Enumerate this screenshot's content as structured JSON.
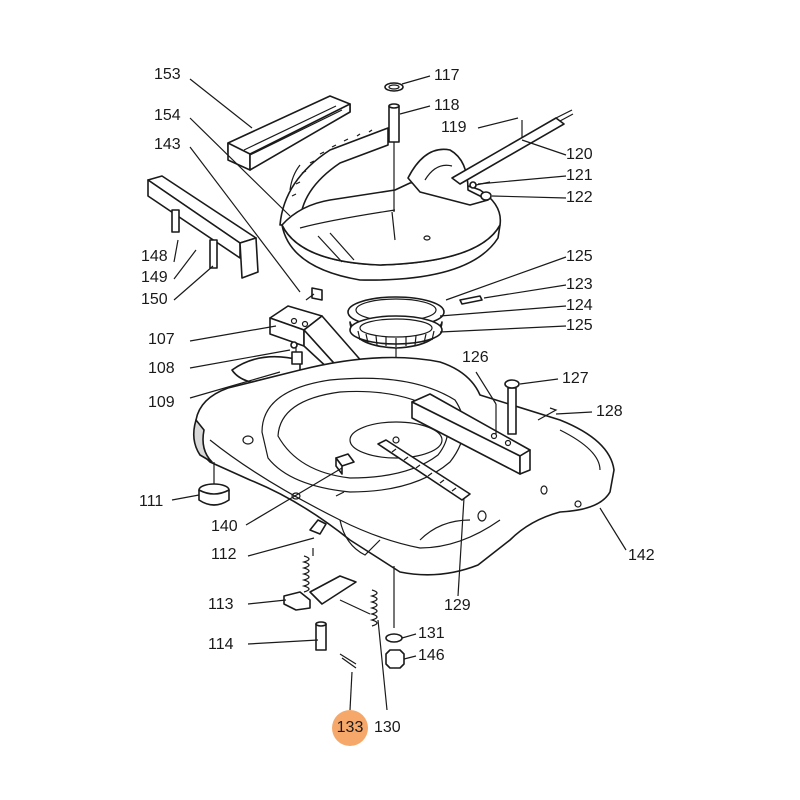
{
  "highlight": {
    "color": "#f5a86a"
  },
  "labels": {
    "l153": "153",
    "l154": "154",
    "l143": "143",
    "l148": "148",
    "l149": "149",
    "l150": "150",
    "l107": "107",
    "l108": "108",
    "l109": "109",
    "l111": "111",
    "l140": "140",
    "l112": "112",
    "l113": "113",
    "l114": "114",
    "l133": "133",
    "l130": "130",
    "l117": "117",
    "l118": "118",
    "l119": "119",
    "l120": "120",
    "l121": "121",
    "l122": "122",
    "l125a": "125",
    "l123": "123",
    "l124": "124",
    "l125b": "125",
    "l126": "126",
    "l127": "127",
    "l128": "128",
    "l142": "142",
    "l129": "129",
    "l131": "131",
    "l146": "146"
  }
}
